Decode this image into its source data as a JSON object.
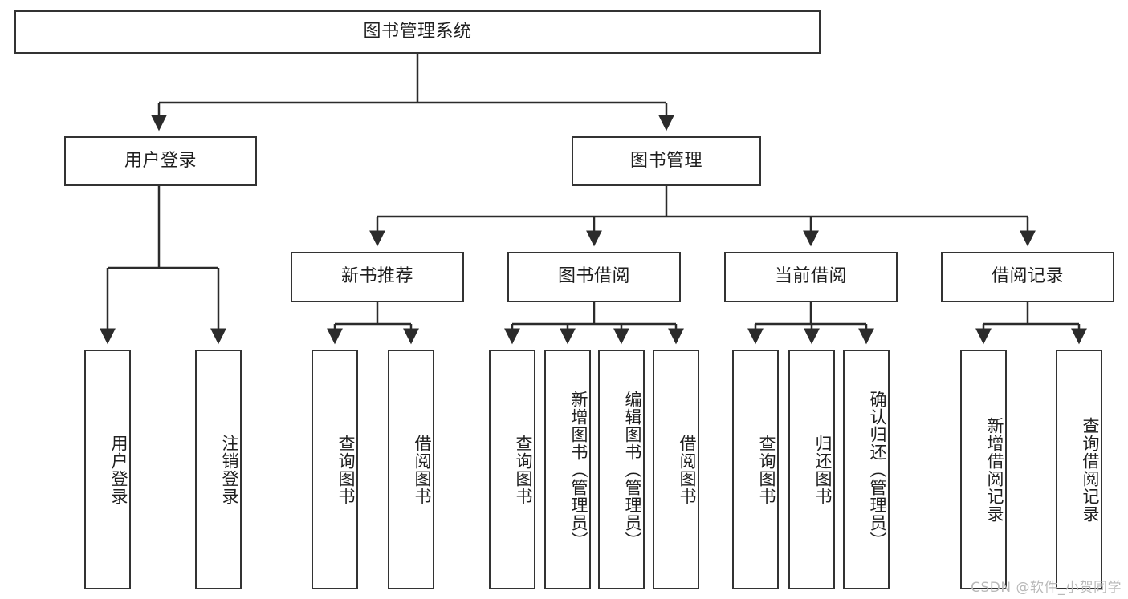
{
  "diagram": {
    "type": "tree-hierarchy",
    "title": "图书管理系统",
    "watermark": "CSDN @软件_小贺同学",
    "colors": {
      "border": "#333333",
      "background": "#ffffff",
      "text": "#1f1f1f",
      "connector": "#2b2b2b",
      "watermark": "#b9b9b9"
    },
    "levels": {
      "root": {
        "label": "图书管理系统"
      },
      "level2": [
        {
          "label": "用户登录"
        },
        {
          "label": "图书管理"
        }
      ],
      "level3": [
        {
          "label": "新书推荐"
        },
        {
          "label": "图书借阅"
        },
        {
          "label": "当前借阅"
        },
        {
          "label": "借阅记录"
        }
      ],
      "leaves": {
        "user_login": [
          {
            "label": "用户登录"
          },
          {
            "label": "注销登录"
          }
        ],
        "new_book_recommend": [
          {
            "label": "查询图书"
          },
          {
            "label": "借阅图书"
          }
        ],
        "book_borrow": [
          {
            "label": "查询图书"
          },
          {
            "label": "新增图书（管理员）"
          },
          {
            "label": "编辑图书（管理员）"
          },
          {
            "label": "借阅图书"
          }
        ],
        "current_borrow": [
          {
            "label": "查询图书"
          },
          {
            "label": "归还图书"
          },
          {
            "label": "确认归还（管理员）"
          }
        ],
        "borrow_record": [
          {
            "label": "新增借阅记录"
          },
          {
            "label": "查询借阅记录"
          }
        ]
      }
    }
  }
}
